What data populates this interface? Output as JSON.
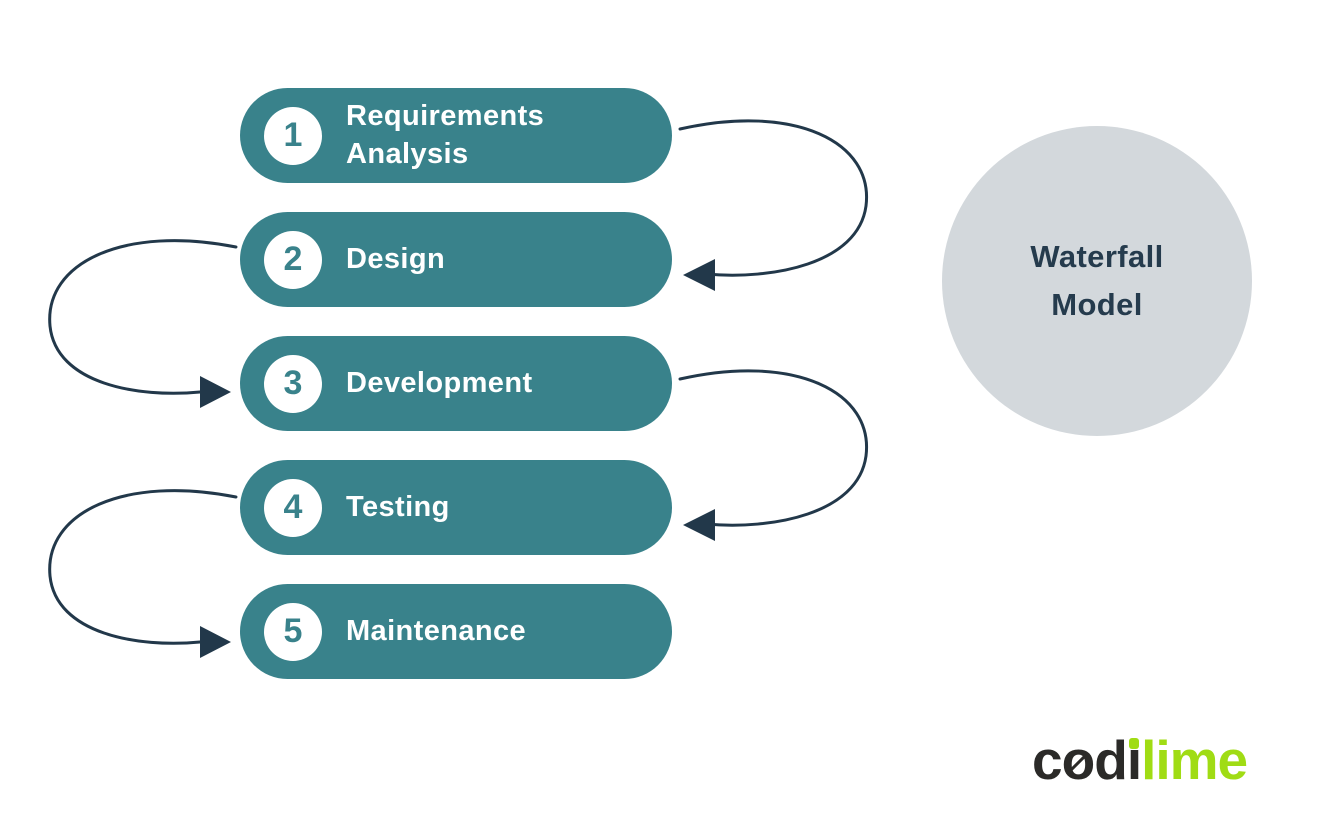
{
  "diagram": {
    "title": "Waterfall\nModel",
    "stages": [
      {
        "number": "1",
        "label": "Requirements\nAnalysis"
      },
      {
        "number": "2",
        "label": "Design"
      },
      {
        "number": "3",
        "label": "Development"
      },
      {
        "number": "4",
        "label": "Testing"
      },
      {
        "number": "5",
        "label": "Maintenance"
      }
    ],
    "connections": [
      {
        "from": "Requirements Analysis",
        "to": "Design",
        "side": "right"
      },
      {
        "from": "Design",
        "to": "Development",
        "side": "left"
      },
      {
        "from": "Development",
        "to": "Testing",
        "side": "right"
      },
      {
        "from": "Testing",
        "to": "Maintenance",
        "side": "left"
      }
    ]
  },
  "logo": {
    "part_c": "c",
    "part_o": "o",
    "part_d": "d",
    "part_i": "i",
    "part_lime": "lime"
  },
  "colors": {
    "pill": "#39828b",
    "pill_text": "#ffffff",
    "number_circle": "#ffffff",
    "number_text": "#39828b",
    "arrow": "#22384a",
    "title_circle": "#d3d8dc",
    "title_text": "#253b4d",
    "logo_dark": "#2b2a28",
    "logo_green": "#a0dc14",
    "background": "#ffffff"
  }
}
